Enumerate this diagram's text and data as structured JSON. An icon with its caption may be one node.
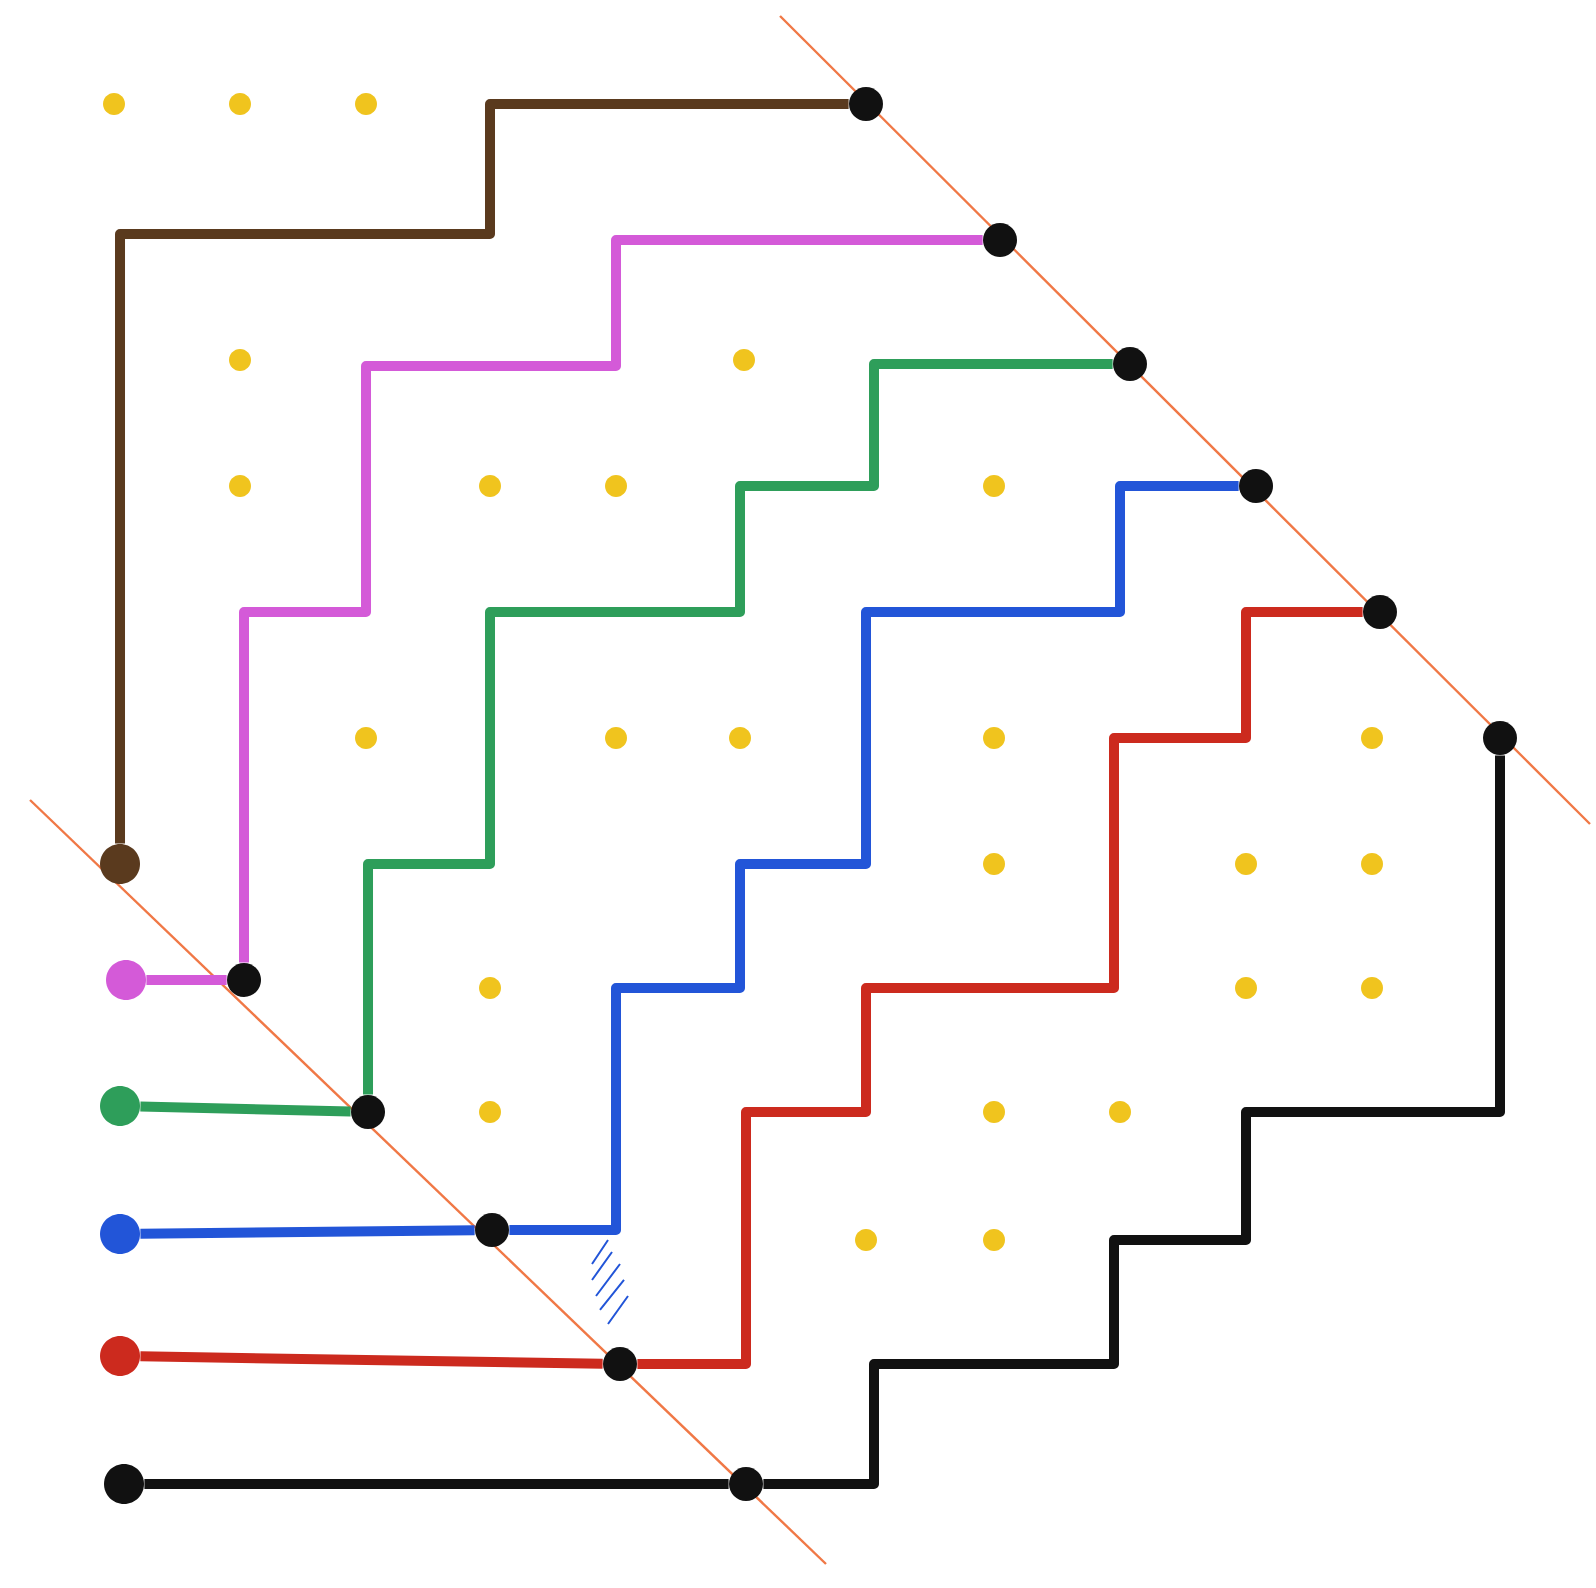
{
  "diagram": {
    "nodes": [
      {
        "text": [],
        "shape": "circle"
      },
      {
        "text": [],
        "shape": "circle"
      },
      {
        "text": [],
        "shape": "circle"
      },
      {
        "text": [],
        "shape": "circle"
      },
      {
        "text": [],
        "shape": "circle"
      },
      {
        "text": [],
        "shape": "circle"
      },
      {
        "text": [],
        "shape": "circle"
      },
      {
        "text": [],
        "shape": "circle"
      },
      {
        "text": [],
        "shape": "circle"
      },
      {
        "text": [],
        "shape": "circle"
      },
      {
        "text": [],
        "shape": "circle"
      },
      {
        "text": [],
        "shape": "circle"
      },
      {
        "text": [],
        "shape": "circle"
      },
      {
        "text": [],
        "shape": "circle"
      },
      {
        "text": [],
        "shape": "circle"
      },
      {
        "text": [],
        "shape": "circle"
      },
      {
        "text": [],
        "shape": "circle"
      }
    ],
    "edges": [
      {
        "from": 0,
        "to": 6,
        "arrow": "none",
        "color": "#5a3a1e"
      },
      {
        "from": 12,
        "to": 1,
        "arrow": "none",
        "color": "#d45ad8"
      },
      {
        "from": 1,
        "to": 7,
        "arrow": "none",
        "color": "#d45ad8"
      },
      {
        "from": 13,
        "to": 2,
        "arrow": "none",
        "color": "#2e9e5a"
      },
      {
        "from": 2,
        "to": 8,
        "arrow": "none",
        "color": "#2e9e5a"
      },
      {
        "from": 14,
        "to": 3,
        "arrow": "none",
        "color": "#2255d8"
      },
      {
        "from": 3,
        "to": 9,
        "arrow": "none",
        "color": "#2255d8"
      },
      {
        "from": 15,
        "to": 4,
        "arrow": "none",
        "color": "#cc2a1e"
      },
      {
        "from": 4,
        "to": 10,
        "arrow": "none",
        "color": "#cc2a1e"
      },
      {
        "from": 16,
        "to": 5,
        "arrow": "none",
        "color": "#111111"
      },
      {
        "from": 5,
        "to": 11,
        "arrow": "none",
        "color": "#111111"
      }
    ]
  }
}
